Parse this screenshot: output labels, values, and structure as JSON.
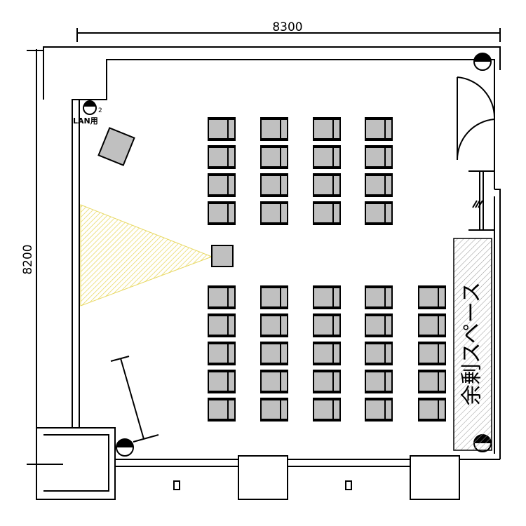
{
  "dimensions": {
    "width": "8300",
    "height": "8200"
  },
  "labels": {
    "lan": "LAN用",
    "lan_number": "2",
    "spare_space": "余剰スペース"
  },
  "seating": {
    "front_block": {
      "columns": 4,
      "rows": 4
    },
    "rear_block": {
      "columns": 5,
      "rows": 5
    }
  },
  "colors": {
    "chair_fill": "#c0c0c0",
    "projection": "#f0e060"
  }
}
